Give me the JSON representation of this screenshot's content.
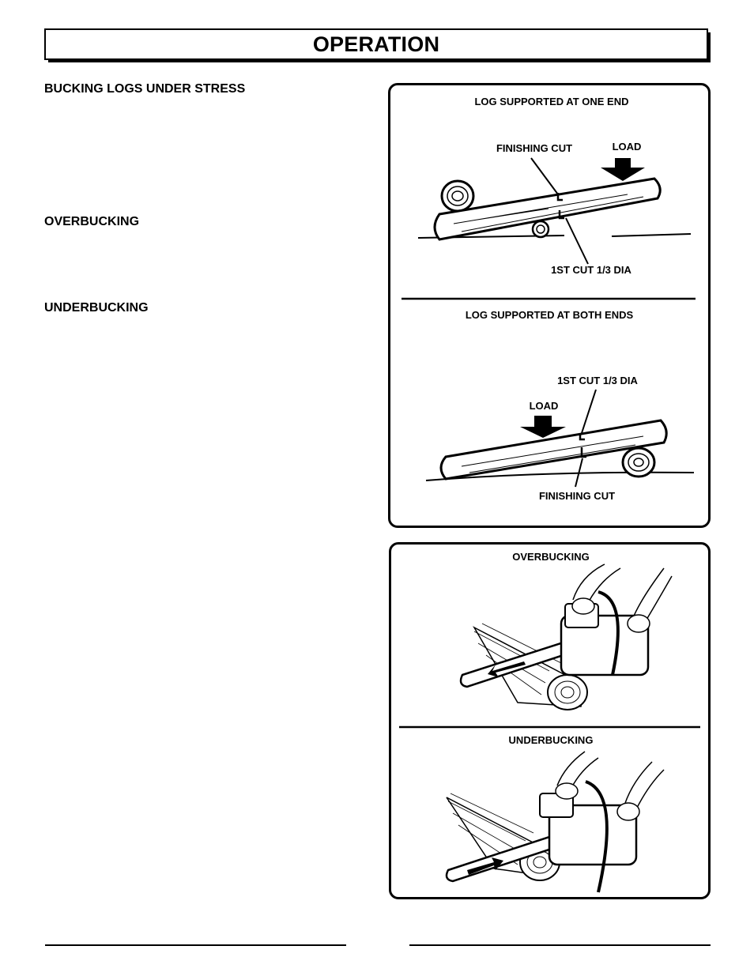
{
  "page": {
    "title": "OPERATION"
  },
  "sections": {
    "bucking_under_stress": "BUCKING LOGS UNDER STRESS",
    "overbucking": "OVERBUCKING",
    "underbucking": "UNDERBUCKING"
  },
  "figure_top": {
    "one_end": {
      "caption": "LOG SUPPORTED AT ONE END",
      "finishing_cut": "FINISHING CUT",
      "load": "LOAD",
      "first_cut": "1ST CUT 1/3 DIA"
    },
    "both_ends": {
      "caption": "LOG SUPPORTED AT BOTH ENDS",
      "first_cut": "1ST CUT 1/3 DIA",
      "load": "LOAD",
      "finishing_cut": "FINISHING  CUT"
    }
  },
  "figure_bottom": {
    "overbucking_caption": "OVERBUCKING",
    "underbucking_caption": "UNDERBUCKING"
  }
}
